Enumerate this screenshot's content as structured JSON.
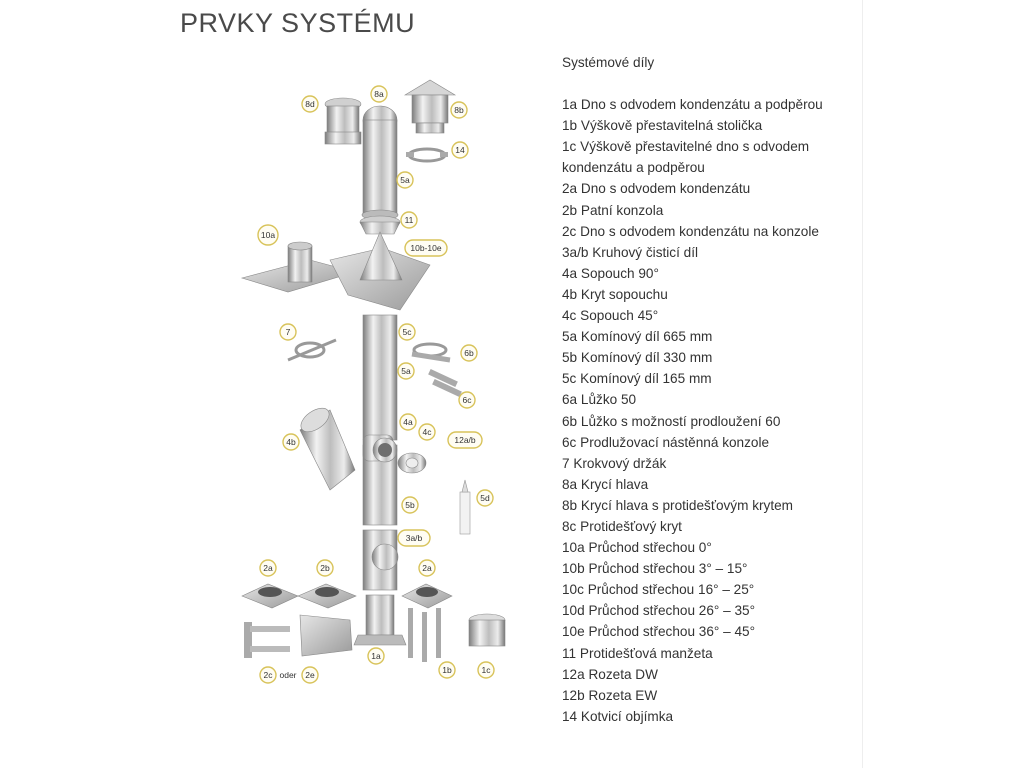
{
  "title": "PRVKY SYSTÉMU",
  "parts_heading": "Systémové díly",
  "parts": [
    "1a Dno s odvodem kondenzátu a podpěrou",
    "1b Výškově přestavitelná stolička",
    "1c Výškově přestavitelné dno s odvodem kondenzátu a podpěrou",
    "2a Dno s odvodem kondenzátu",
    "2b Patní konzola",
    "2c Dno s odvodem kondenzátu na konzole",
    "3a/b Kruhový čisticí díl",
    "4a Sopouch 90°",
    "4b Kryt sopouchu",
    "4c Sopouch 45°",
    "5a Komínový díl 665 mm",
    "5b Komínový díl 330 mm",
    "5c Komínový díl 165 mm",
    "6a Lůžko 50",
    "6b Lůžko s možností prodloužení 60",
    "6c Prodlužovací nástěnná konzole",
    "7   Krokvový držák",
    "8a Krycí hlava",
    "8b Krycí hlava s protidešťovým krytem",
    "8c Protidešťový kryt",
    "10a Průchod střechou 0°",
    "10b Průchod střechou 3° – 15°",
    "10c Průchod střechou 16° – 25°",
    "10d Průchod střechou 26° – 35°",
    "10e Průchod střechou 36° – 45°",
    "11 Protidešťová manžeta",
    "12a Rozeta DW",
    "12b Rozeta EW",
    "14 Kotvicí objímka"
  ],
  "diagram_labels": {
    "b8d": "8d",
    "b8a": "8a",
    "b8b": "8b",
    "b14": "14",
    "b5a_top": "5a",
    "b11": "11",
    "b10a": "10a",
    "b10b10e": "10b-10e",
    "b7": "7",
    "b5c": "5c",
    "b6b": "6b",
    "b5a_mid": "5a",
    "b6c": "6c",
    "b4a": "4a",
    "b4c": "4c",
    "b12ab": "12a/b",
    "b4b": "4b",
    "b5d": "5d",
    "b5b": "5b",
    "b3ab": "3a/b",
    "b2a_left": "2a",
    "b2b": "2b",
    "b2a_right": "2a",
    "b2c": "2c",
    "b_oder": "oder",
    "b2e": "2e",
    "b1a": "1a",
    "b1b": "1b",
    "b1c": "1c"
  },
  "colors": {
    "badge_border": "#d8c35a",
    "badge_fill": "#fffdf3",
    "steel_light": "#e8e8e8",
    "steel_dark": "#7a7a7a"
  }
}
